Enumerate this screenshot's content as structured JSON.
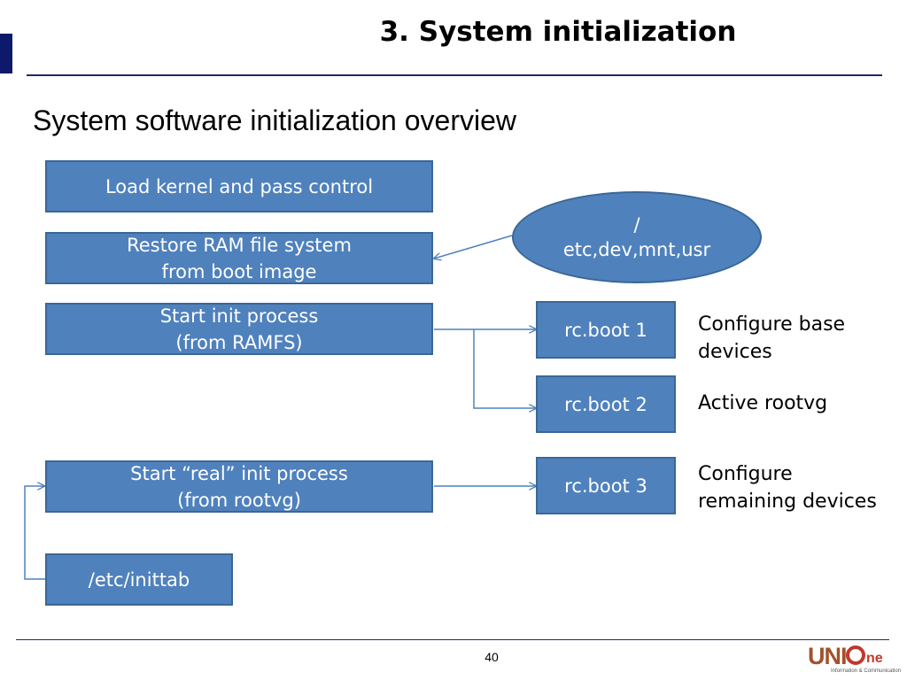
{
  "slide": {
    "title": "3. System initialization",
    "subtitle": "System software initialization overview",
    "page_number": "40"
  },
  "steps": {
    "load_kernel": "Load kernel and pass control",
    "restore_ram": [
      "Restore RAM file system",
      "from boot image"
    ],
    "start_init": [
      "Start init process",
      "(from RAMFS)"
    ],
    "start_real_init": [
      "Start “real” init process",
      "(from rootvg)"
    ],
    "inittab": "/etc/inittab"
  },
  "filesystem": [
    "/",
    "etc,dev,mnt,usr"
  ],
  "rc_boot": [
    {
      "label": "rc.boot 1",
      "description": [
        "Configure base",
        "devices"
      ]
    },
    {
      "label": "rc.boot 2",
      "description": [
        "Active rootvg"
      ]
    },
    {
      "label": "rc.boot 3",
      "description": [
        "Configure",
        "remaining devices"
      ]
    }
  ],
  "logo": {
    "brand": "UNI",
    "suffix": "ne",
    "tagline": "Information & Communication"
  },
  "colors": {
    "box_fill": "#4f81bd",
    "box_border": "#3a6796",
    "connector": "#4f81bd",
    "accent": "#0d1a6b"
  }
}
